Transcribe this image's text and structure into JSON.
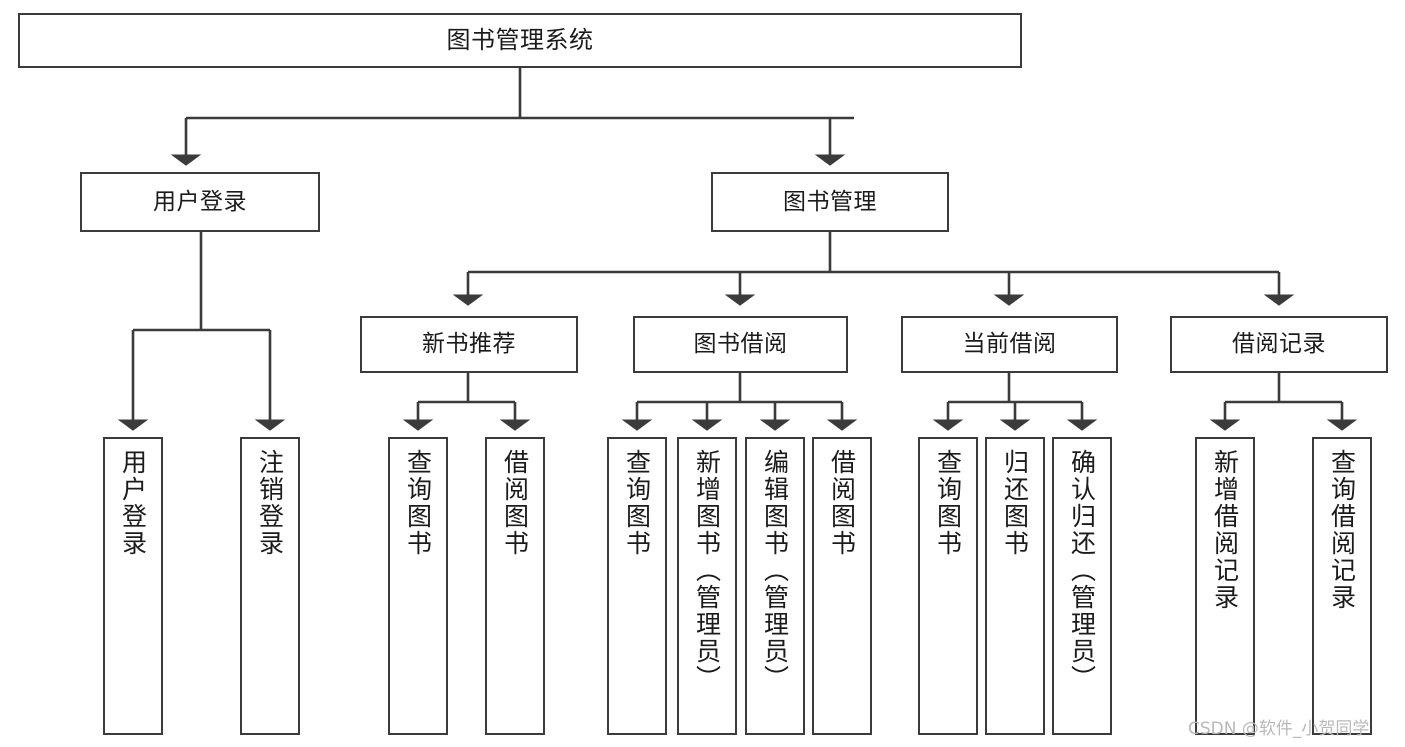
{
  "diagram": {
    "title": "图书管理系统",
    "type": "hierarchy-tree",
    "watermark": "CSDN @软件_小贺同学",
    "colors": {
      "background": "#ffffff",
      "node_border": "#3b3b3b",
      "node_fill": "#ffffff",
      "edge": "#3b3b3b",
      "text": "#1b1b1b",
      "watermark": "#b9b9b9"
    },
    "nodes": {
      "root": {
        "label": "图书管理系统"
      },
      "level1": [
        {
          "label": "用户登录"
        },
        {
          "label": "图书管理"
        }
      ],
      "level2": [
        {
          "label": "新书推荐"
        },
        {
          "label": "图书借阅"
        },
        {
          "label": "当前借阅"
        },
        {
          "label": "借阅记录"
        }
      ],
      "leaves": {
        "user_login": [
          {
            "label": "用户登录"
          },
          {
            "label": "注销登录"
          }
        ],
        "new_book_recommend": [
          {
            "label": "查询图书"
          },
          {
            "label": "借阅图书"
          }
        ],
        "book_borrow": [
          {
            "label": "查询图书"
          },
          {
            "label": "新增图书（管理员）"
          },
          {
            "label": "编辑图书（管理员）"
          },
          {
            "label": "借阅图书"
          }
        ],
        "current_borrow": [
          {
            "label": "查询图书"
          },
          {
            "label": "归还图书"
          },
          {
            "label": "确认归还（管理员）"
          }
        ],
        "borrow_record": [
          {
            "label": "新增借阅记录"
          },
          {
            "label": "查询借阅记录"
          }
        ]
      }
    }
  }
}
